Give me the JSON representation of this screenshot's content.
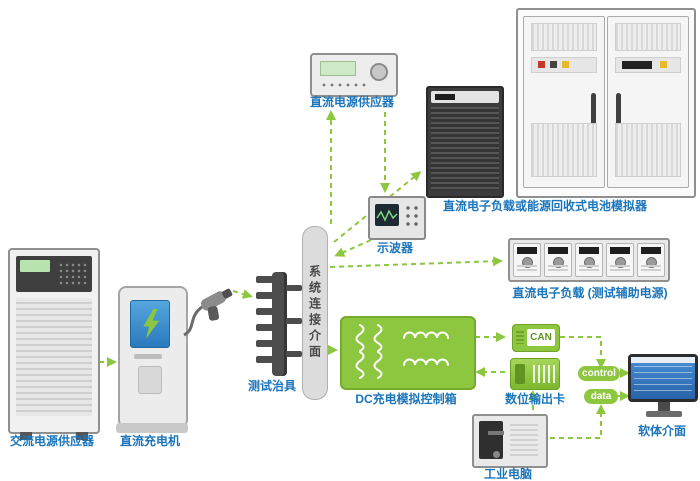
{
  "colors": {
    "label_blue": "#1b75bb",
    "accent_green": "#8dc63f"
  },
  "labels": {
    "ac_supply": "交流电源供应器",
    "dc_charger": "直流充电机",
    "test_fixture": "测试治具",
    "system_interface": "系统连接介面",
    "dc_power_supply": "直流电源供应器",
    "oscilloscope": "示波器",
    "dc_load_battery_sim": "直流电子负载或能源回收式电池模拟器",
    "dc_load_aux": "直流电子负载 (测试辅助电源)",
    "control_box": "DC充电模拟控制箱",
    "can": "CAN",
    "digital_output_card": "数位输出卡",
    "industrial_pc": "工业电脑",
    "software_interface": "软体介面",
    "control_badge": "control",
    "data_badge": "data"
  }
}
